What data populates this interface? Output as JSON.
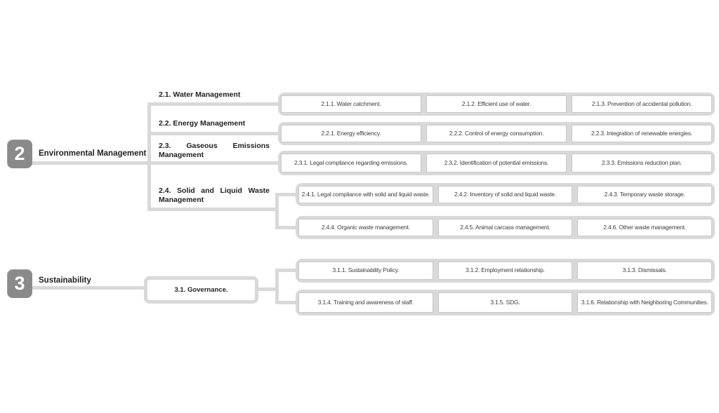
{
  "colors": {
    "node_fill": "#8a8a8a",
    "connector": "#d9d9d9",
    "cell_border": "#c8c8c8",
    "cell_background": "#ffffff",
    "cell_text": "#3d3d3d",
    "label_text": "#1f1f1f",
    "node_number_text": "#ffffff"
  },
  "sections": [
    {
      "number": "2",
      "title": "Environmental Management",
      "branches": [
        {
          "label": "2.1. Water Management",
          "rows": [
            [
              "2.1.1. Water catchment.",
              "2.1.2. Efficient use of water.",
              "2.1.3. Prevention of accidental pollution."
            ]
          ]
        },
        {
          "label": "2.2. Energy Management",
          "rows": [
            [
              "2.2.1. Energy efficiency.",
              "2.2.2. Control of energy consumption.",
              "2.2.3. Integration of renewable energies."
            ]
          ]
        },
        {
          "label": "2.3. Gaseous Emissions Management",
          "rows": [
            [
              "2.3.1. Legal compliance regarding emissions.",
              "2.3.2. Identification of potential emissions.",
              "2.3.3. Emissions reduction plan."
            ]
          ]
        },
        {
          "label": "2.4. Solid and Liquid Waste Management",
          "rows": [
            [
              "2.4.1. Legal compliance with solid and liquid waste.",
              "2.4.2. Inventory of solid and liquid waste.",
              "2.4.3. Temporary waste storage."
            ],
            [
              "2.4.4. Organic waste management.",
              "2.4.5. Animal carcass management.",
              "2.4.6. Other waste management."
            ]
          ]
        }
      ]
    },
    {
      "number": "3",
      "title": "Sustainability",
      "branches": [
        {
          "label": "3.1. Governance.",
          "rows": [
            [
              "3.1.1. Sustainability Policy.",
              "3.1.2. Employment relationship.",
              "3.1.3. Dismissals."
            ],
            [
              "3.1.4. Training and awareness of staff.",
              "3.1.5. SDG.",
              "3.1.6. Relationship with Neighboring Communities."
            ]
          ]
        }
      ]
    }
  ]
}
